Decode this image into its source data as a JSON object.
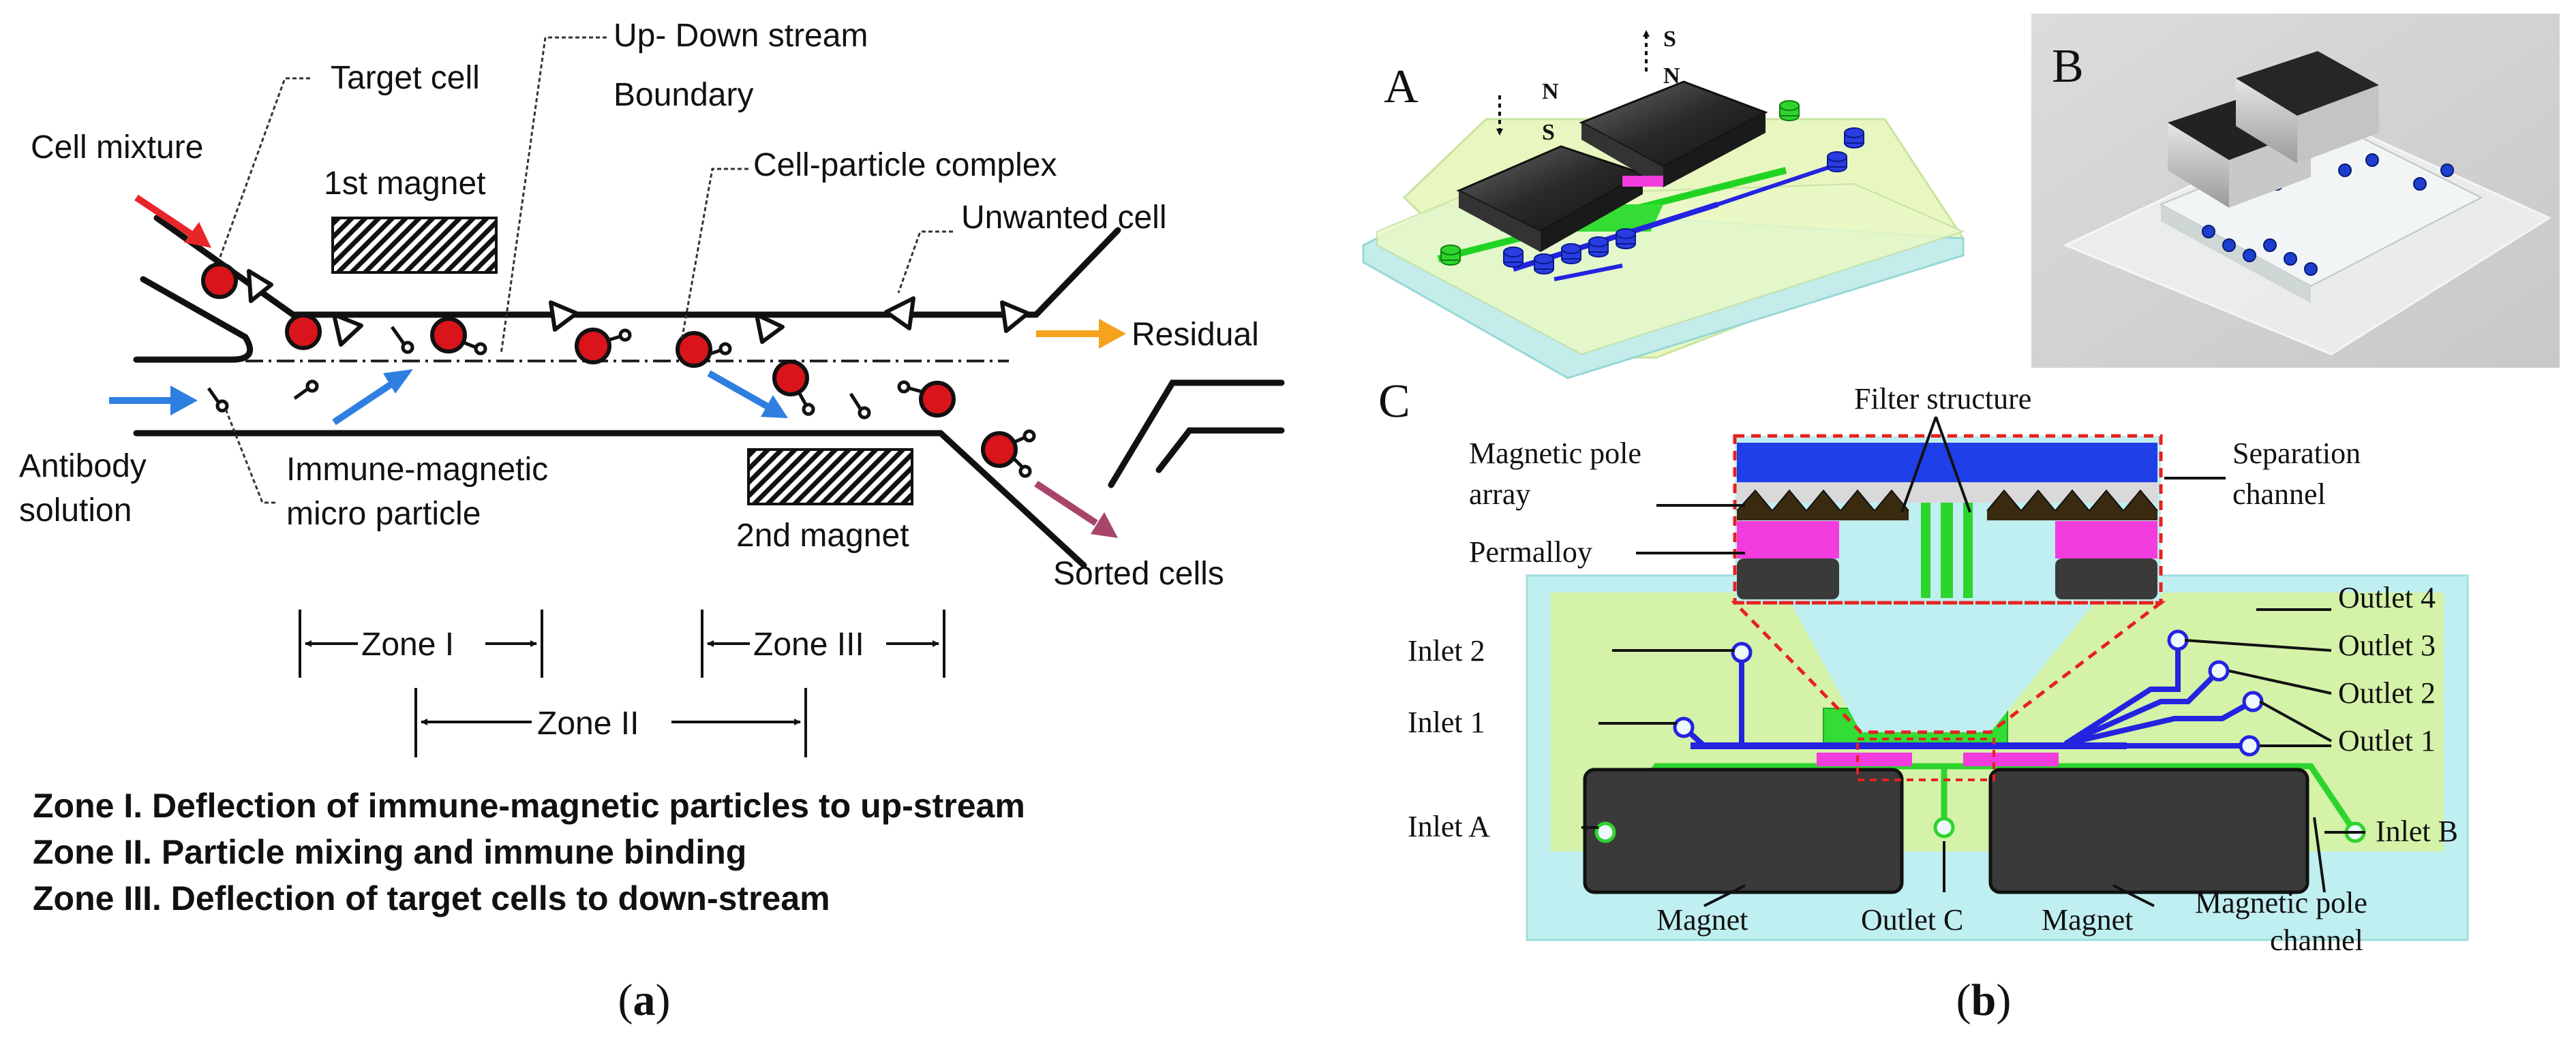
{
  "panel_a": {
    "labels": {
      "target_cell": "Target cell",
      "up_down_line1": "Up- Down stream",
      "up_down_line2": "Boundary",
      "cell_mixture": "Cell mixture",
      "first_magnet": "1st magnet",
      "cell_particle_complex": "Cell-particle complex",
      "unwanted_cell": "Unwanted cell",
      "residual": "Residual",
      "antibody_line1": "Antibody",
      "antibody_line2": "solution",
      "immune_line1": "Immune-magnetic",
      "immune_line2": "micro particle",
      "second_magnet": "2nd magnet",
      "sorted_cells": "Sorted cells",
      "zone1": "Zone I",
      "zone2": "Zone II",
      "zone3": "Zone III"
    },
    "legend": [
      "Zone I. Deflection of immune-magnetic particles to up-stream",
      "Zone II. Particle mixing and immune binding",
      "Zone III. Deflection of target cells to down-stream"
    ],
    "caption_prefix": "(",
    "caption_letter": "a",
    "caption_suffix": ")"
  },
  "panel_b": {
    "sub_a": "A",
    "sub_b": "B",
    "sub_c": "C",
    "pole_left_top": "N",
    "pole_left_bottom": "S",
    "pole_right_top": "S",
    "pole_right_bottom": "N",
    "labels": {
      "filter_structure": "Filter structure",
      "magnetic_pole_line1": "Magnetic pole",
      "magnetic_pole_line2": "array",
      "separation_line1": "Separation",
      "separation_line2": "channel",
      "permalloy": "Permalloy",
      "outlet4": "Outlet 4",
      "outlet3": "Outlet 3",
      "outlet2": "Outlet 2",
      "outlet1": "Outlet 1",
      "inlet2": "Inlet 2",
      "inlet1": "Inlet 1",
      "inleta": "Inlet A",
      "inletb": "Inlet B",
      "magnet_left": "Magnet",
      "outletc": "Outlet C",
      "magnet_right": "Magnet",
      "mpc_line1": "Magnetic pole",
      "mpc_line2": "channel"
    },
    "caption_prefix": "(",
    "caption_letter": "b",
    "caption_suffix": ")"
  },
  "colors": {
    "red_arrow": "#e8262a",
    "blue_arrow": "#2f7fe0",
    "orange_arrow": "#f5a21e",
    "purple_arrow": "#a8456a",
    "cell_red": "#d9141b",
    "channel_blue": "#2323e0",
    "channel_green": "#2ed42e",
    "chip_cyan": "#bfeff0",
    "chip_lime": "#d6f2a0",
    "permalloy_pink": "#f23cdd",
    "separation_blue": "#1f3fe8",
    "dashed_red": "#e82020"
  }
}
